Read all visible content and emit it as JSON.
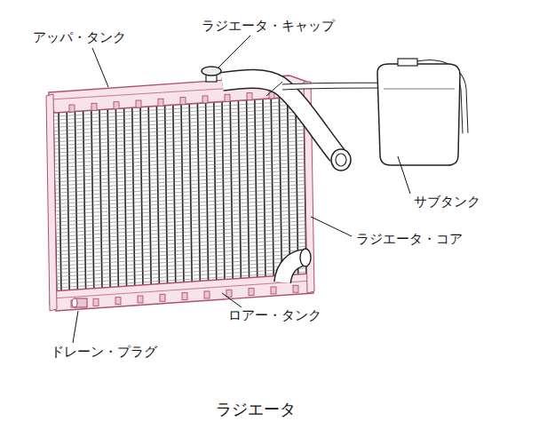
{
  "diagram": {
    "caption": "ラジエータ",
    "labels": [
      "アッパ・タンク",
      "ラジエータ・キャップ",
      "サブタンク",
      "ラジエータ・コア",
      "ロアー・タンク",
      "ドレーン・プラグ"
    ]
  }
}
